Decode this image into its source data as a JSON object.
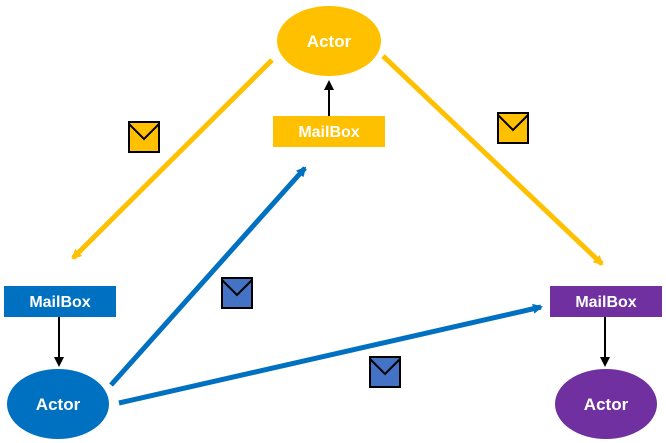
{
  "colors": {
    "yellow": "#FFC000",
    "blue": "#0070C0",
    "purple": "#7030A0",
    "envelope_blue": "#4472C4",
    "black": "#000000"
  },
  "nodes": {
    "top": {
      "actor_label": "Actor",
      "mailbox_label": "MailBox"
    },
    "left": {
      "actor_label": "Actor",
      "mailbox_label": "MailBox"
    },
    "right": {
      "actor_label": "Actor",
      "mailbox_label": "MailBox"
    }
  },
  "icons": [
    "envelope-icon"
  ]
}
